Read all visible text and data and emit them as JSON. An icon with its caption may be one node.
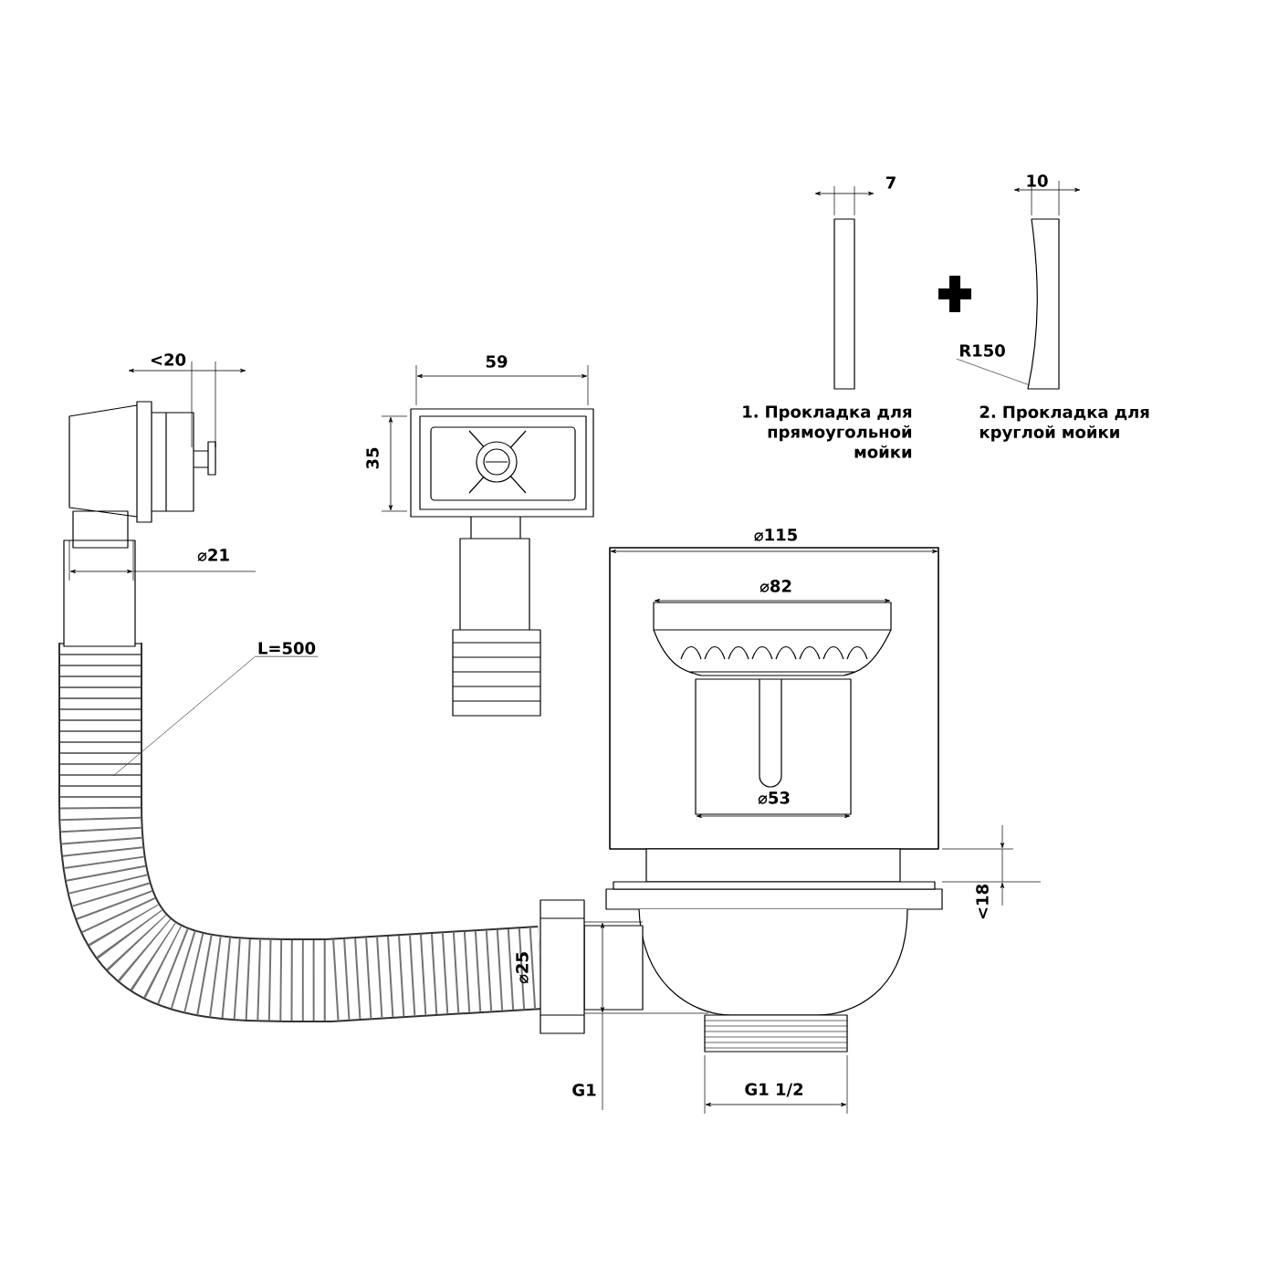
{
  "diagram": {
    "nodes": [
      {
        "text": [
          "L=500"
        ]
      },
      {
        "text": [
          "R150"
        ]
      }
    ],
    "edges": [
      {
        "from": 0,
        "to": null,
        "arrow": "none"
      },
      {
        "from": 1,
        "to": null,
        "arrow": "none"
      }
    ],
    "labels": [
      "<20",
      "⌀21",
      "59",
      "35",
      "7",
      "10",
      "1. Прокладка для прямоугольной мойки",
      "2. Прокладка для круглой мойки",
      "⌀115",
      "⌀82",
      "⌀53",
      "<18",
      "⌀25",
      "G1",
      "G1 1/2"
    ]
  }
}
